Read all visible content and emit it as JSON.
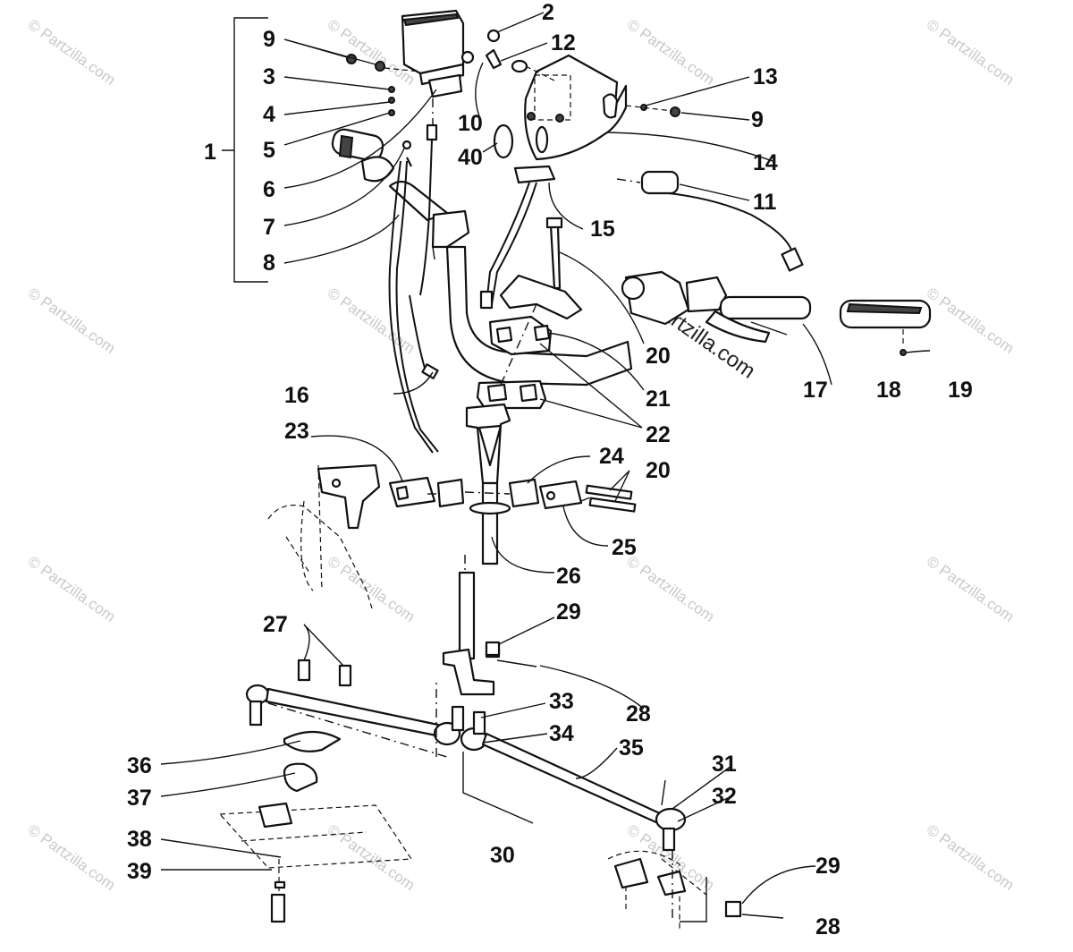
{
  "watermark": "© Partzilla.com",
  "diagram_watermark": "Partzilla.com",
  "callouts": [
    {
      "id": "c1",
      "text": "1"
    },
    {
      "id": "c2",
      "text": "2"
    },
    {
      "id": "c3",
      "text": "3"
    },
    {
      "id": "c4",
      "text": "4"
    },
    {
      "id": "c5",
      "text": "5"
    },
    {
      "id": "c6",
      "text": "6"
    },
    {
      "id": "c7",
      "text": "7"
    },
    {
      "id": "c8",
      "text": "8"
    },
    {
      "id": "c9a",
      "text": "9"
    },
    {
      "id": "c9b",
      "text": "9"
    },
    {
      "id": "c10",
      "text": "10"
    },
    {
      "id": "c11",
      "text": "11"
    },
    {
      "id": "c12",
      "text": "12"
    },
    {
      "id": "c13",
      "text": "13"
    },
    {
      "id": "c14",
      "text": "14"
    },
    {
      "id": "c15",
      "text": "15"
    },
    {
      "id": "c16",
      "text": "16"
    },
    {
      "id": "c17",
      "text": "17"
    },
    {
      "id": "c18",
      "text": "18"
    },
    {
      "id": "c19",
      "text": "19"
    },
    {
      "id": "c20a",
      "text": "20"
    },
    {
      "id": "c20b",
      "text": "20"
    },
    {
      "id": "c21",
      "text": "21"
    },
    {
      "id": "c22",
      "text": "22"
    },
    {
      "id": "c23",
      "text": "23"
    },
    {
      "id": "c24",
      "text": "24"
    },
    {
      "id": "c25",
      "text": "25"
    },
    {
      "id": "c26",
      "text": "26"
    },
    {
      "id": "c27",
      "text": "27"
    },
    {
      "id": "c28a",
      "text": "28"
    },
    {
      "id": "c28b",
      "text": "28"
    },
    {
      "id": "c29a",
      "text": "29"
    },
    {
      "id": "c29b",
      "text": "29"
    },
    {
      "id": "c30",
      "text": "30"
    },
    {
      "id": "c31",
      "text": "31"
    },
    {
      "id": "c32",
      "text": "32"
    },
    {
      "id": "c33",
      "text": "33"
    },
    {
      "id": "c34",
      "text": "34"
    },
    {
      "id": "c35",
      "text": "35"
    },
    {
      "id": "c36",
      "text": "36"
    },
    {
      "id": "c37",
      "text": "37"
    },
    {
      "id": "c38",
      "text": "38"
    },
    {
      "id": "c39",
      "text": "39"
    },
    {
      "id": "c40",
      "text": "40"
    }
  ]
}
